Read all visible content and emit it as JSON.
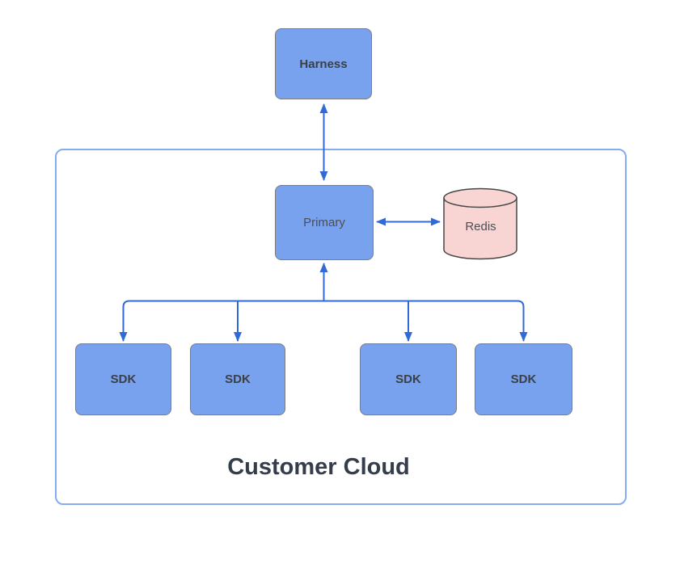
{
  "diagram": {
    "nodes": {
      "harness": {
        "label": "Harness",
        "shape": "rectangle"
      },
      "primary": {
        "label": "Primary",
        "shape": "rectangle"
      },
      "redis": {
        "label": "Redis",
        "shape": "cylinder"
      },
      "sdks": [
        {
          "label": "SDK"
        },
        {
          "label": "SDK"
        },
        {
          "label": "SDK"
        },
        {
          "label": "SDK"
        }
      ],
      "container": {
        "label": "Customer Cloud",
        "shape": "container"
      }
    },
    "edges": [
      {
        "from": "harness",
        "to": "primary",
        "direction": "bidirectional"
      },
      {
        "from": "primary",
        "to": "redis",
        "direction": "bidirectional"
      },
      {
        "from": "fanout-rail",
        "to": "primary",
        "direction": "arrow-up"
      },
      {
        "from": "fanout-rail",
        "to": "sdk-1",
        "direction": "arrow-down"
      },
      {
        "from": "fanout-rail",
        "to": "sdk-2",
        "direction": "arrow-down"
      },
      {
        "from": "fanout-rail",
        "to": "sdk-3",
        "direction": "arrow-down"
      },
      {
        "from": "fanout-rail",
        "to": "sdk-4",
        "direction": "arrow-down"
      }
    ],
    "colors": {
      "node_fill": "#78a1ee",
      "node_border": "#7c7c7c",
      "node_text": "#3b4045",
      "cylinder_fill": "#f8d5d3",
      "cylinder_border": "#474747",
      "container_border": "#85abf2",
      "container_label_text": "#353c4a",
      "arrow": "#3169d6",
      "background": "#ffffff"
    }
  }
}
